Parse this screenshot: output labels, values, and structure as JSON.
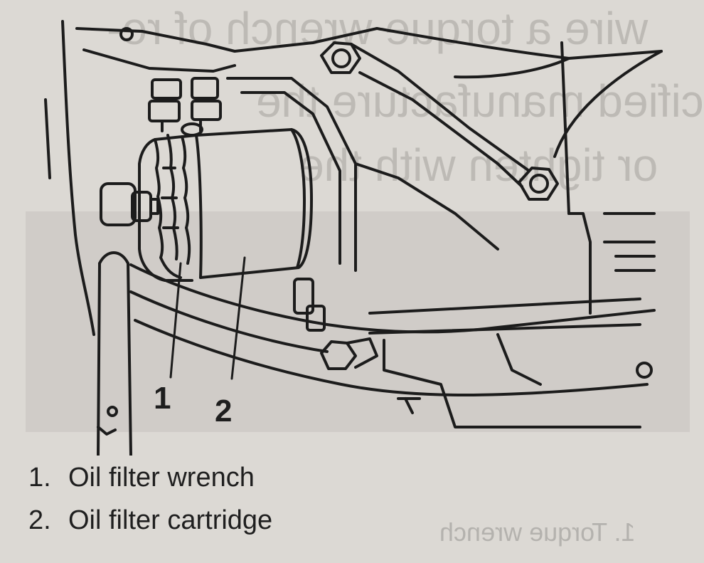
{
  "figure": {
    "callouts": [
      {
        "num": "1"
      },
      {
        "num": "2"
      }
    ]
  },
  "captions": [
    {
      "num": "1.",
      "text": "Oil filter wrench"
    },
    {
      "num": "2.",
      "text": "Oil filter cartridge"
    }
  ],
  "show_through": {
    "line1": "wire a torque wrench of re-",
    "line2": "specified manufacture the",
    "line3": "or tighten with the",
    "caption": "1. Torque wrench"
  }
}
